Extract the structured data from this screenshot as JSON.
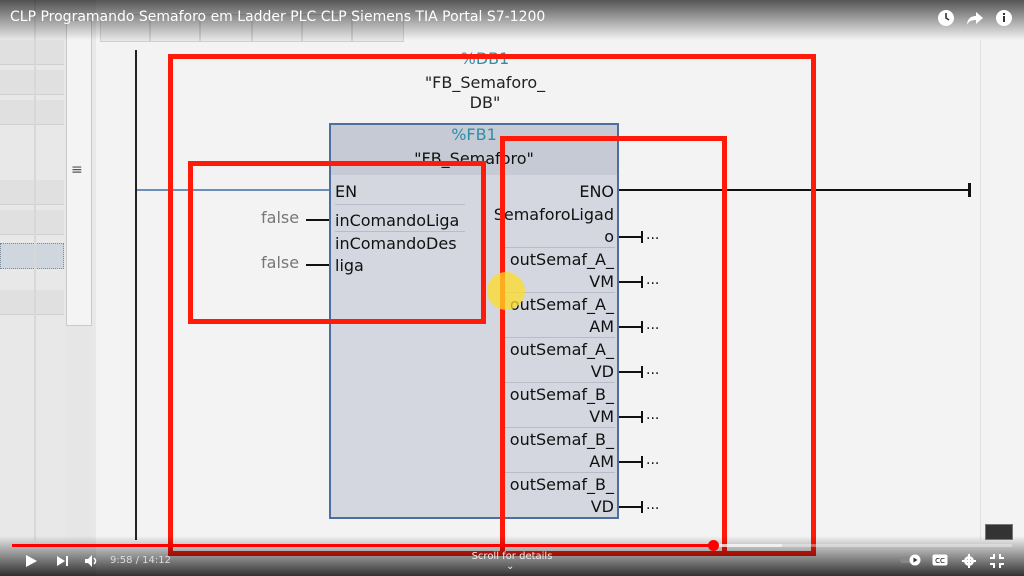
{
  "video": {
    "title": "CLP Programando Semaforo em Ladder PLC CLP Siemens TIA Portal S7-1200",
    "time_current": "9:58",
    "time_total": "14:12",
    "time_display": "9:58 / 14:12",
    "progress": 0.702,
    "scroll_hint": "Scroll for details"
  },
  "top_icons": [
    "clock-icon",
    "share-icon",
    "info-icon"
  ],
  "instance_db": {
    "ref": "%DB1",
    "name_line1": "\"FB_Semaforo_",
    "name_line2": "DB\""
  },
  "fb": {
    "ref": "%FB1",
    "name": "\"FB_Semaforo\"",
    "inputs": [
      {
        "label": "EN",
        "value": ""
      },
      {
        "label": "inComandoLiga",
        "value": "false"
      },
      {
        "label_line1": "inComandoDes",
        "label_line2": "liga",
        "value": "false"
      }
    ],
    "outputs": [
      {
        "line1": "ENO",
        "line2": ""
      },
      {
        "line1": "SemaforoLigad",
        "line2": "o",
        "value": "..."
      },
      {
        "line1": "outSemaf_A_",
        "line2": "VM",
        "value": "..."
      },
      {
        "line1": "outSemaf_A_",
        "line2": "AM",
        "value": "..."
      },
      {
        "line1": "outSemaf_A_",
        "line2": "VD",
        "value": "..."
      },
      {
        "line1": "outSemaf_B_",
        "line2": "VM",
        "value": "..."
      },
      {
        "line1": "outSemaf_B_",
        "line2": "AM",
        "value": "..."
      },
      {
        "line1": "outSemaf_B_",
        "line2": "VD",
        "value": "..."
      }
    ]
  },
  "colors": {
    "highlight": "#ff1a0a",
    "progress": "#ff0000",
    "ref_text": "#2e8fa8"
  }
}
